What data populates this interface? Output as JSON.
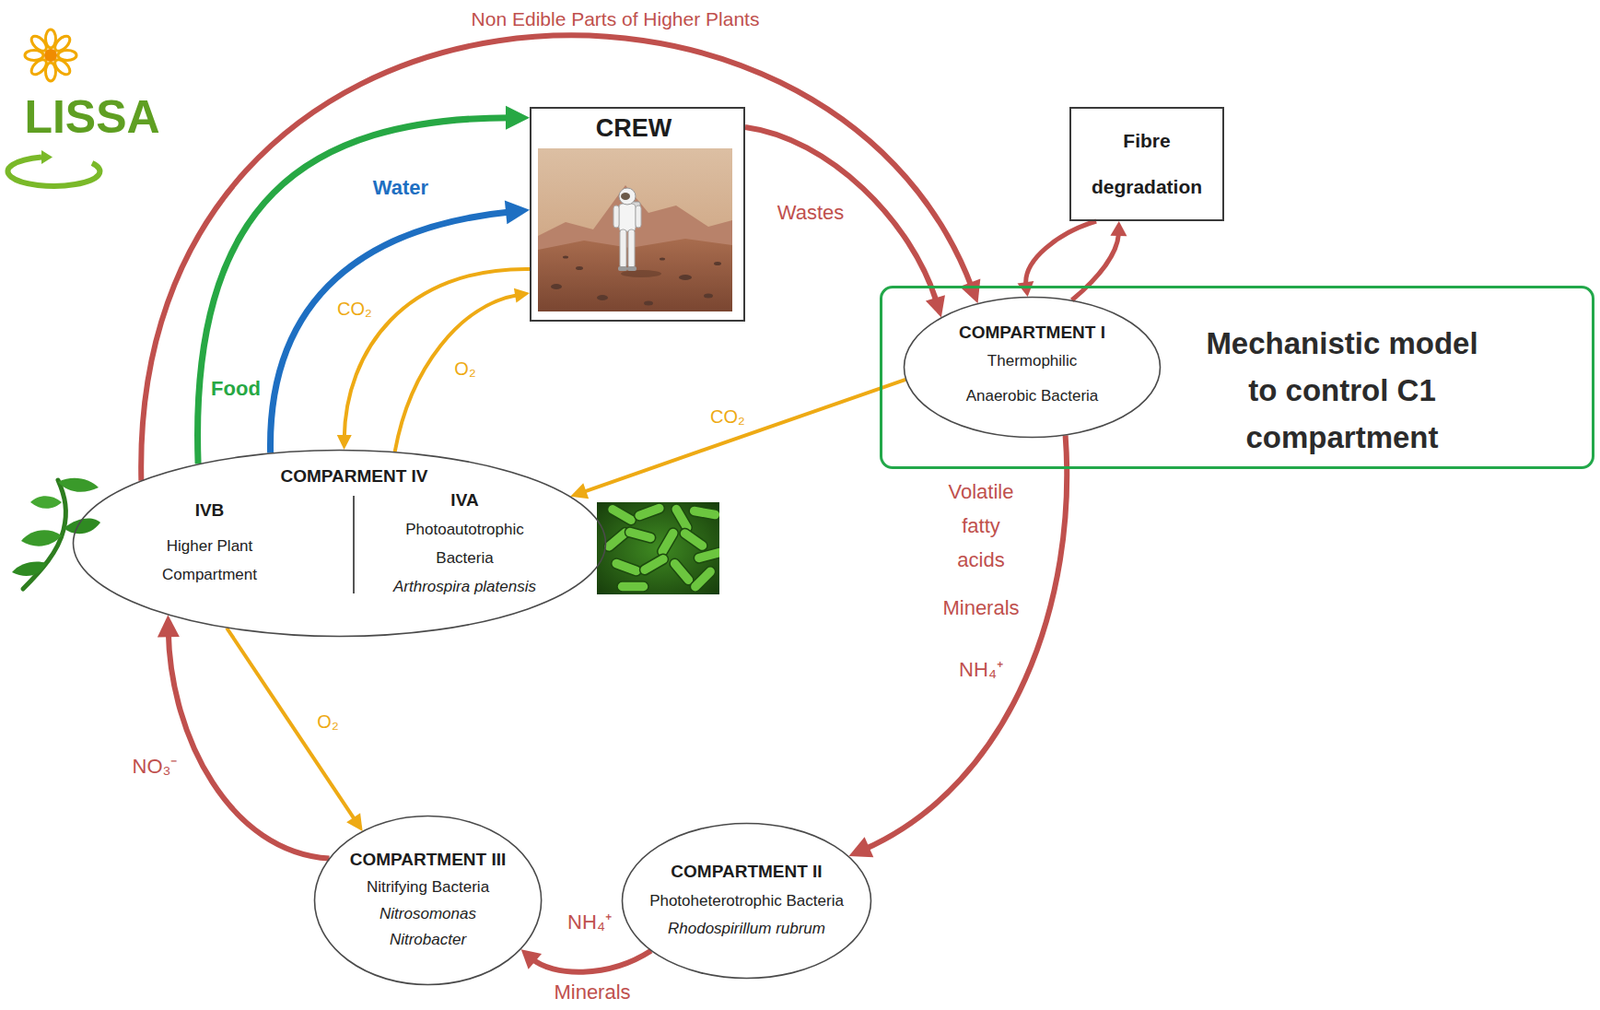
{
  "diagram": {
    "nodes": [
      {
        "text": [
          "CREW"
        ]
      },
      {
        "text": [
          "Fibre degradation"
        ]
      },
      {
        "text": [
          "Mechanistic model to control C1 compartment"
        ]
      },
      {
        "text": [
          "COMPARTMENT I",
          "Thermophilic Anaerobic Bacteria"
        ],
        "in": 2
      },
      {
        "text": [
          "COMPARMENT IV",
          "IVB",
          "Higher Plant Compartment",
          "IVA",
          "Photoautotrophic Bacteria",
          "Arthrospira platensis"
        ]
      },
      {
        "text": [
          "COMPARTMENT III",
          "Nitrifying Bacteria",
          "Nitrosomonas Nitrobacter"
        ]
      },
      {
        "text": [
          "COMPARTMENT II",
          "Photoheterotrophic Bacteria",
          "Rhodospirillum rubrum"
        ]
      }
    ],
    "edges": [
      {
        "from": 4,
        "to": 3,
        "label": "Non Edible Parts of Higher Plants",
        "arrow": "to"
      },
      {
        "from": 4,
        "to": 0,
        "label": "Food",
        "arrow": "to"
      },
      {
        "from": 4,
        "to": 0,
        "label": "Water",
        "arrow": "to"
      },
      {
        "from": 0,
        "to": 4,
        "label": "CO₂",
        "arrow": "to"
      },
      {
        "from": 4,
        "to": 0,
        "label": "O₂",
        "arrow": "to"
      },
      {
        "from": 0,
        "to": 3,
        "label": "Wastes",
        "arrow": "to"
      },
      {
        "from": 1,
        "to": 3,
        "arrow": "to"
      },
      {
        "from": 3,
        "to": 1,
        "arrow": "to"
      },
      {
        "from": 3,
        "to": 4,
        "label": "CO₂",
        "arrow": "to"
      },
      {
        "from": 3,
        "to": 6,
        "label": "Volatile fatty acids",
        "arrow": "to"
      },
      {
        "from": 6,
        "to": 5,
        "label": "NH₄⁺",
        "arrow": "to"
      },
      {
        "from": 5,
        "to": 4,
        "label": "NO₃⁻",
        "arrow": "to"
      },
      {
        "from": 4,
        "to": 5,
        "label": "O₂",
        "arrow": "to"
      }
    ],
    "labels": [
      "LISSA",
      "Minerals",
      "NH₄⁺",
      "Minerals"
    ]
  }
}
